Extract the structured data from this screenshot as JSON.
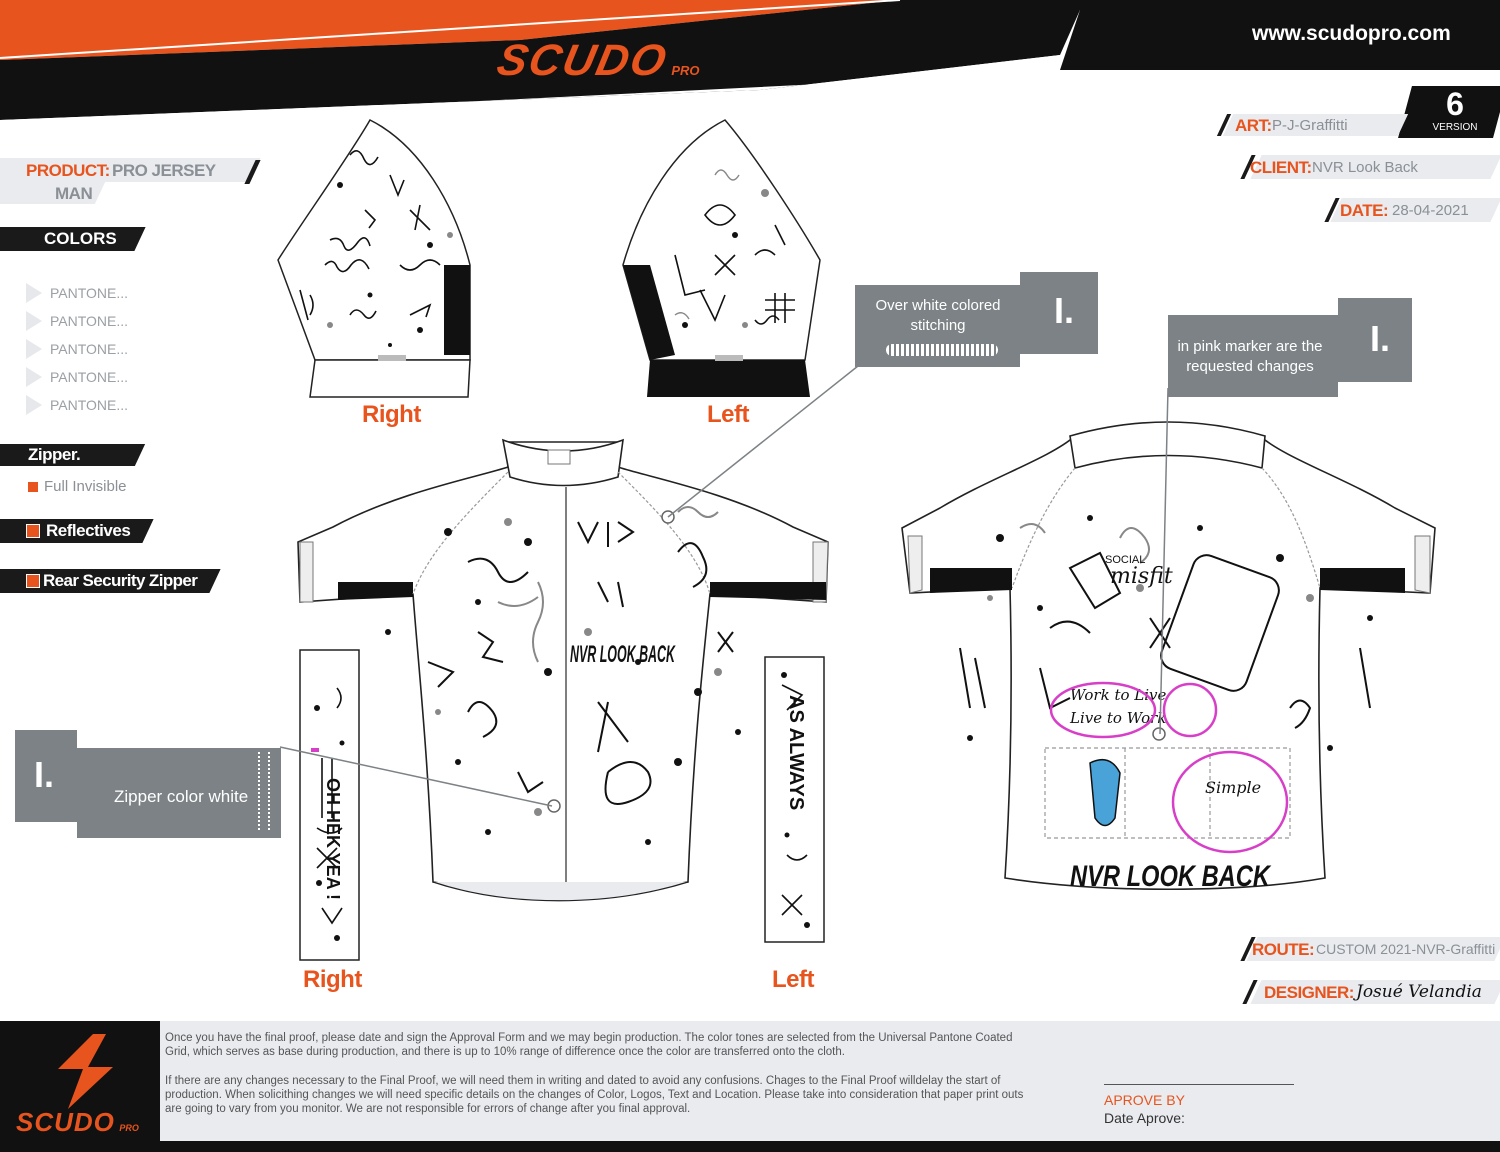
{
  "header": {
    "brand": "SCUDO",
    "brand_sub": "PRO",
    "website": "www.scudopro.com"
  },
  "version": {
    "number": "6",
    "label": "VERSION"
  },
  "info": {
    "art_label": "ART:",
    "art_value": "P-J-Graffitti",
    "client_label": "CLIENT:",
    "client_value": "NVR Look Back",
    "date_label": "DATE:",
    "date_value": "28-04-2021",
    "route_label": "ROUTE:",
    "route_value": "CUSTOM 2021-NVR-Graffitti",
    "designer_label": "DESIGNER:",
    "designer_value": "Josué Velandia"
  },
  "product": {
    "label": "PRODUCT:",
    "value": "PRO JERSEY",
    "gender": "MAN"
  },
  "colors": {
    "title": "COLORS",
    "pantones": [
      "PANTONE...",
      "PANTONE...",
      "PANTONE...",
      "PANTONE...",
      "PANTONE..."
    ]
  },
  "zipper": {
    "title": "Zipper.",
    "option": "Full Invisible"
  },
  "options": {
    "reflectives": "Reflectives",
    "rear_zipper": "Rear Security Zipper"
  },
  "labels": {
    "sleeve_right": "Right",
    "sleeve_left": "Left",
    "side_right": "Right",
    "side_left": "Left"
  },
  "callouts": {
    "stitch_text": "Over white colored stitching",
    "stitch_mark": "I.",
    "pink_text": "in pink marker are the requested changes",
    "pink_mark": "I.",
    "zipper_text": "Zipper color white",
    "zipper_mark": "I."
  },
  "jersey_texts": {
    "front_center": "NVR LOOK BACK",
    "back_bottom": "NVR LOOK BACK",
    "side_text": "OH HEK YEA !",
    "side_text2": "AS ALWAYS",
    "work": "Work to Live",
    "live": "Live to Work",
    "simple": "Simple",
    "social": "SOCIAL",
    "misfit": "misfit"
  },
  "footer": {
    "brand": "SCUDO",
    "brand_sub": "PRO",
    "para1": "Once you have the final proof, please date and sign the Approval Form and we may begin production. The color tones are selected from the Universal Pantone Coated Grid, which serves as base during production, and there is up to 10% range of difference once the color are transferred onto the cloth.",
    "para2": "If there are any changes necessary to the Final Proof, we will need them in writing and dated to avoid any confusions. Chages to the Final Proof willdelay the start of production. When solicithing changes we will need specific details on the changes of Color, Logos, Text and Location.  Please take into consideration that paper print outs are going to vary from you monitor. We are not responsible for errors of change after you final approval.",
    "approve": "APROVE BY",
    "date_approve": "Date Aprove:"
  },
  "colors_theme": {
    "accent": "#e8541e",
    "dark": "#1a1a1a",
    "gray": "#7c8285",
    "pink": "#d83fc8"
  }
}
